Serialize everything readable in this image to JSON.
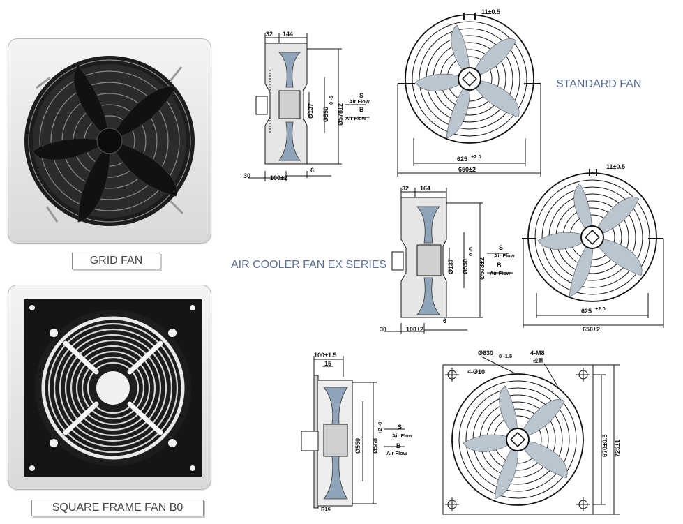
{
  "captions": {
    "grid_fan": "GRID FAN",
    "square_frame_fan": "SQUARE FRAME FAN B0",
    "standard_fan": "STANDARD FAN",
    "air_cooler_series": "AIR COOLER FAN EX SERIES"
  },
  "drawing1": {
    "top_32": "32",
    "top_144": "144",
    "bottom_30": "30",
    "bottom_100": "100±2",
    "bottom_6": "6",
    "dia_137": "Ø137",
    "dia_550": "Ø550",
    "dia_550_tol": "0 -5",
    "dia_578": "Ø578±2",
    "flow_s": "S",
    "flow_s_sub": "Air Flow",
    "flow_b": "B",
    "flow_b_sub": "Air Flow"
  },
  "front1": {
    "top": "11±0.5",
    "dim_625": "625",
    "dim_625_tol": "+2 0",
    "dim_650": "650±2"
  },
  "drawing2": {
    "top_32": "32",
    "top_164": "164",
    "bottom_30": "30",
    "bottom_100": "100±2",
    "bottom_6": "6",
    "dia_137": "Ø137",
    "dia_550": "Ø550",
    "dia_550_tol": "0 -5",
    "dia_578": "Ø578±2",
    "flow_s": "S",
    "flow_s_sub": "Air Flow",
    "flow_b": "B",
    "flow_b_sub": "Air Flow"
  },
  "front2": {
    "top": "11±0.5",
    "dim_625": "625",
    "dim_625_tol": "+2 0",
    "dim_650": "650±2"
  },
  "drawing3": {
    "top_100": "100±1.5",
    "top_15": "15",
    "dia_550": "Ø550",
    "dia_560": "Ø560",
    "dia_560_tol": "+2 -0",
    "r16": "R16",
    "flow_s": "S",
    "flow_s_sub": "Air Flow",
    "flow_b": "B",
    "flow_b_sub": "Air Flow"
  },
  "front3": {
    "dia_630": "Ø630",
    "dia_630_tol": "0 -1.5",
    "holes_10": "4-Ø10",
    "rivets": "4-M8",
    "rivets_sub": "拉铆",
    "dim_670": "670±0.5",
    "dim_725": "725±1"
  }
}
